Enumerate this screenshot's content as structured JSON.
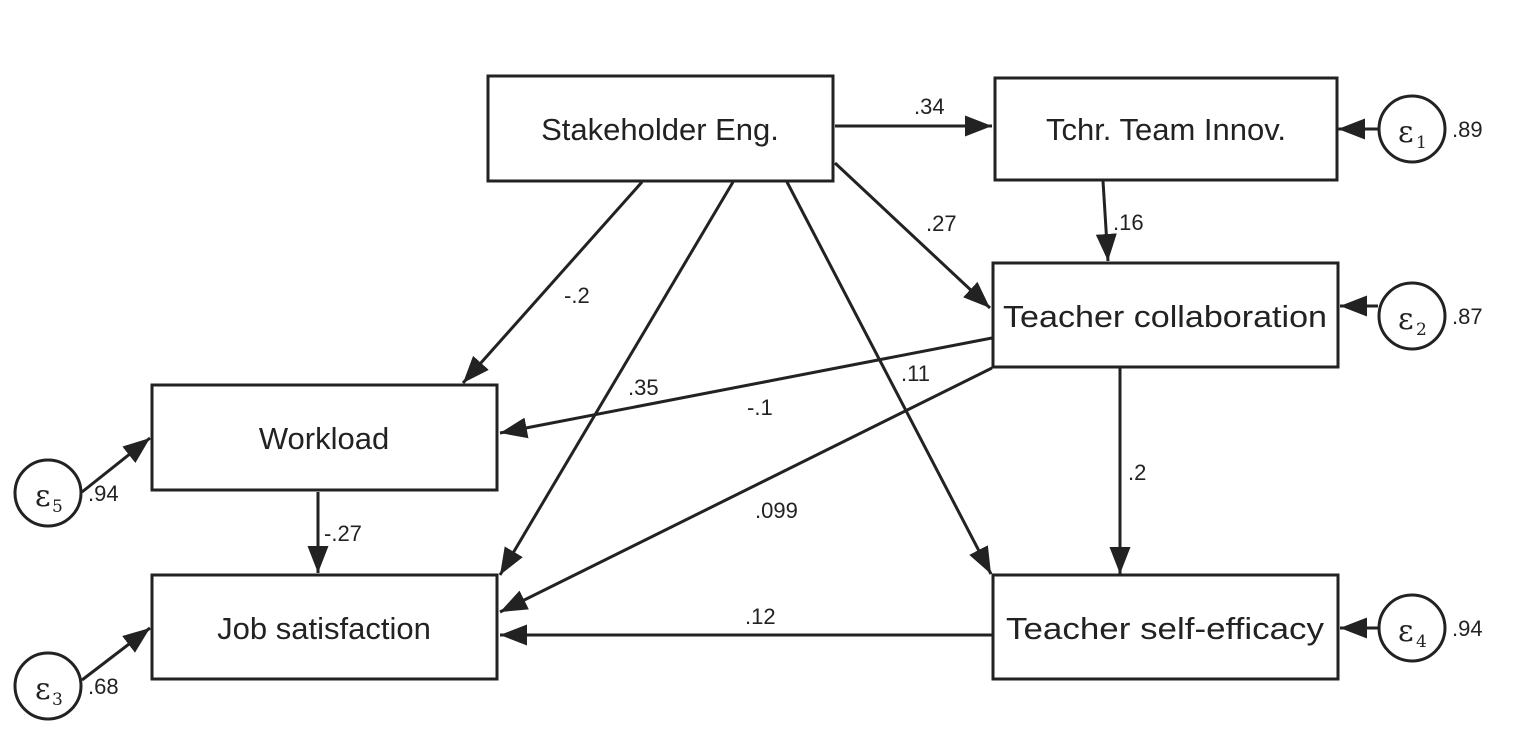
{
  "nodes": {
    "stakeholder": "Stakeholder Eng.",
    "innovation": "Tchr. Team Innov.",
    "collaboration": "Teacher collaboration",
    "workload": "Workload",
    "self_efficacy": "Teacher self-efficacy",
    "job_satisfaction": "Job satisfaction"
  },
  "paths": {
    "stakeholder_to_innovation": ".34",
    "stakeholder_to_collaboration": ".27",
    "innovation_to_collaboration": ".16",
    "stakeholder_to_workload": "-.2",
    "stakeholder_to_job_satisfaction": ".35",
    "stakeholder_to_self_efficacy": ".11",
    "collaboration_to_workload": "-.1",
    "collaboration_to_job_satisfaction": ".099",
    "collaboration_to_self_efficacy": ".2",
    "workload_to_job_satisfaction": "-.27",
    "self_efficacy_to_job_satisfaction": ".12"
  },
  "errors": {
    "symbol": "ε",
    "e1": {
      "sub": "1",
      "value": ".89"
    },
    "e2": {
      "sub": "2",
      "value": ".87"
    },
    "e3": {
      "sub": "3",
      "value": ".68"
    },
    "e4": {
      "sub": "4",
      "value": ".94"
    },
    "e5": {
      "sub": "5",
      "value": ".94"
    }
  }
}
